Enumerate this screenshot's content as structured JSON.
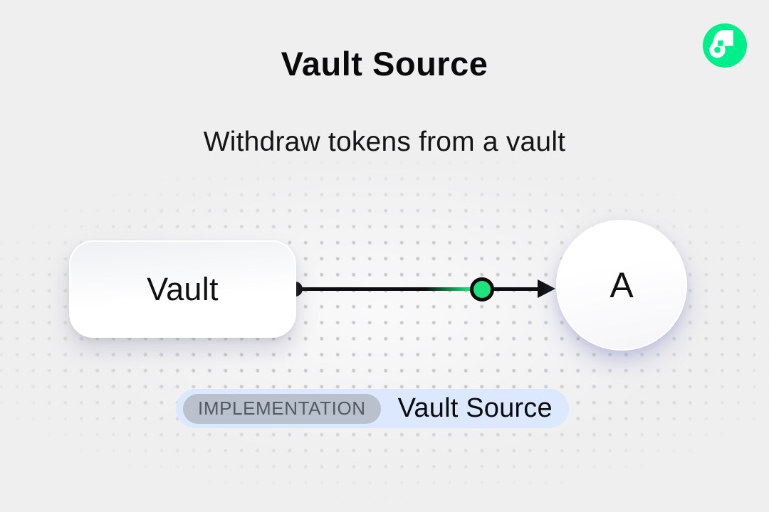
{
  "canvas": {
    "bg_color": "#efeff0",
    "dot_color": "#cbcbcf"
  },
  "header": {
    "title": "Vault Source",
    "subtitle": "Withdraw tokens from a vault"
  },
  "logo": {
    "name": "Flow logo",
    "green": "#00ef8b"
  },
  "diagram": {
    "vault_node": {
      "label": "Vault"
    },
    "target_node": {
      "label": "A"
    },
    "connector": {
      "line_color": "#0d0d10",
      "mid_node_color": "#1fe27c"
    }
  },
  "badge": {
    "tag": "IMPLEMENTATION",
    "label": "Vault Source",
    "bg": "#dbe8fd",
    "tag_bg": "#b9c1cd",
    "tag_color": "#545a64"
  }
}
